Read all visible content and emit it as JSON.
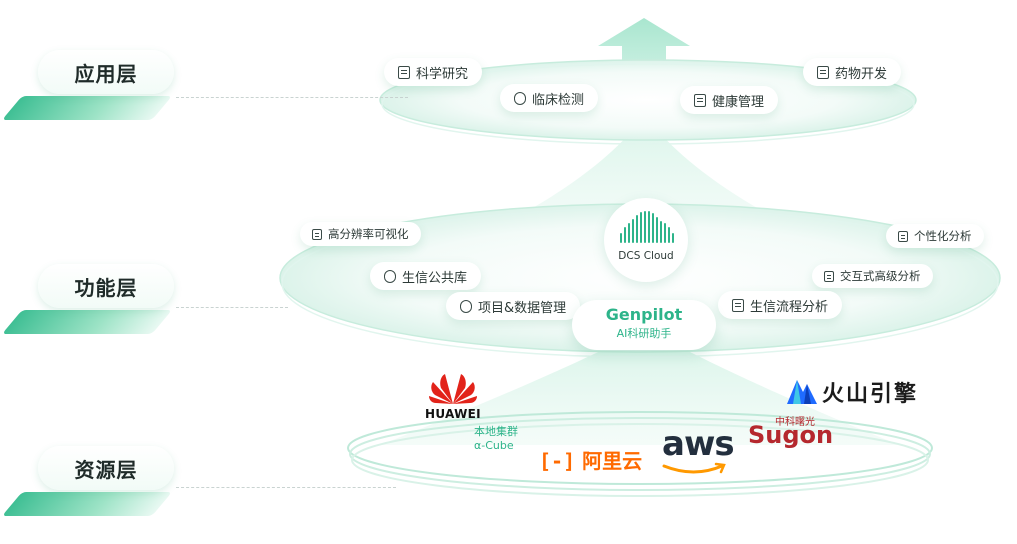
{
  "layers": {
    "application": "应用层",
    "function": "功能层",
    "resource": "资源层"
  },
  "application_items": [
    "科学研究",
    "临床检测",
    "健康管理",
    "药物开发"
  ],
  "function_items": {
    "high_res_viz": "高分辨率可视化",
    "bio_library": "生信公共库",
    "project_data": "项目&数据管理",
    "personalized": "个性化分析",
    "interactive": "交互式高级分析",
    "pipeline": "生信流程分析"
  },
  "dcs_cloud": "DCS Cloud",
  "genpilot": {
    "name": "Genpilot",
    "subtitle": "AI科研助手"
  },
  "providers": {
    "huawei": "HUAWEI",
    "local_cluster": "本地集群",
    "alpha_cube": "α-Cube",
    "aliyun": "阿里云",
    "aws": "aws",
    "sugon_cn": "中科曙光",
    "sugon": "Sugon",
    "volcengine": "火山引擎"
  },
  "colors": {
    "accent": "#2db48a",
    "accent_light": "#bfeedd",
    "huawei_red": "#e2231a",
    "aliyun_orange": "#ff6a00",
    "sugon_red": "#b5282e",
    "aws_dark": "#232f3e",
    "aws_orange": "#ff9900",
    "volc_blue": "#1f6bff"
  }
}
